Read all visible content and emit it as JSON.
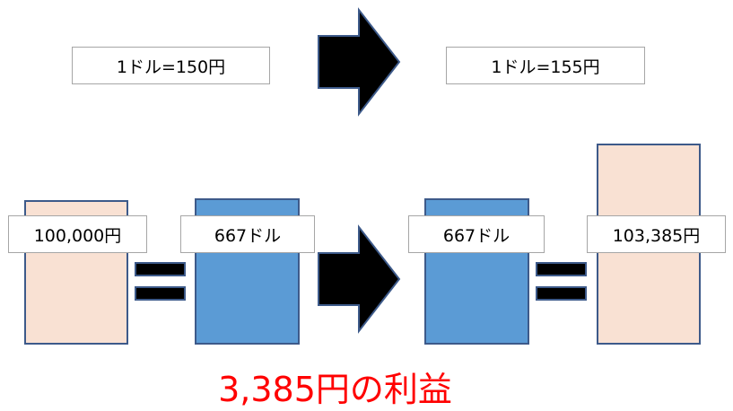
{
  "rates": {
    "before": "1ドル=150円",
    "after": "1ドル=155円"
  },
  "exchange": {
    "yen_start": "100,000円",
    "usd_held": "667ドル",
    "usd_held_after": "667ドル",
    "yen_end": "103,385円"
  },
  "result": {
    "profit": "3,385円の利益"
  },
  "colors": {
    "yen_block": "#f9e1d3",
    "usd_block": "#5b9bd5",
    "outline": "#3d5a8a",
    "profit_text": "#ff0000",
    "arrow": "#000000"
  },
  "icons": {
    "arrow": "right-arrow-icon",
    "equals": "equals-icon"
  }
}
